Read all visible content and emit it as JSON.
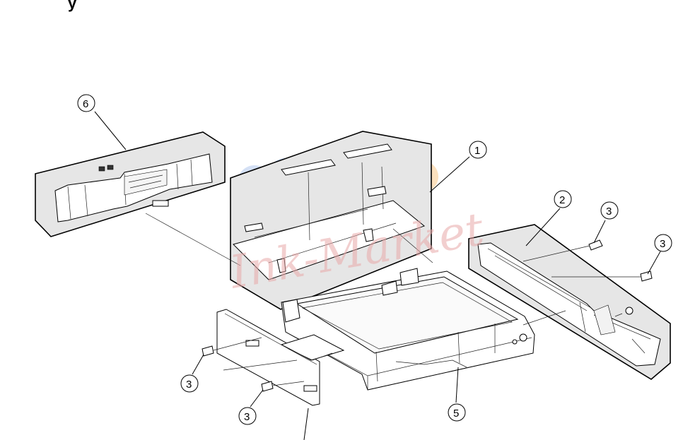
{
  "heading_fragment": "y",
  "watermark": {
    "text": "Ink-Market",
    "dot_colors": [
      "#bcd0f0",
      "#f7d3a8",
      "#8fb2ea"
    ],
    "text_color": "#e9a9a9"
  },
  "callouts": [
    {
      "id": "c6",
      "label": "6"
    },
    {
      "id": "c1",
      "label": "1"
    },
    {
      "id": "c2",
      "label": "2"
    },
    {
      "id": "c3a",
      "label": "3"
    },
    {
      "id": "c3b",
      "label": "3"
    },
    {
      "id": "c3c",
      "label": "3"
    },
    {
      "id": "c3d",
      "label": "3"
    },
    {
      "id": "c5",
      "label": "5"
    }
  ]
}
